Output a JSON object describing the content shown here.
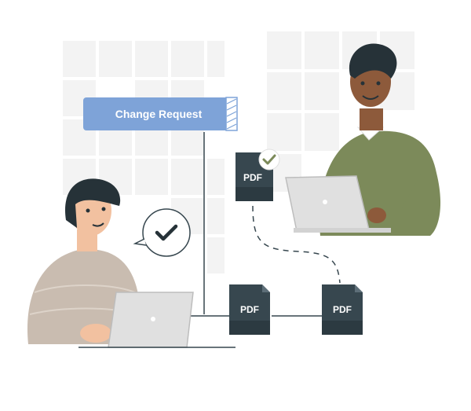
{
  "change_request": {
    "label": "Change Request"
  },
  "documents": [
    {
      "label": "PDF",
      "status": "approved"
    },
    {
      "label": "PDF"
    },
    {
      "label": "PDF"
    }
  ],
  "colors": {
    "banner": "#7ea3d8",
    "doc": "#37474f",
    "doc_fold": "#5d6e78",
    "skin_man": "#8d5a3b",
    "sweater_man": "#7c8a5a",
    "sweater_woman": "#c9bcb0",
    "hair": "#263238",
    "laptop": "#e0e0e0",
    "grid": "#f2f2f2"
  },
  "icons": {
    "speech_bubble": "check-icon",
    "doc_badge": "check-icon"
  }
}
